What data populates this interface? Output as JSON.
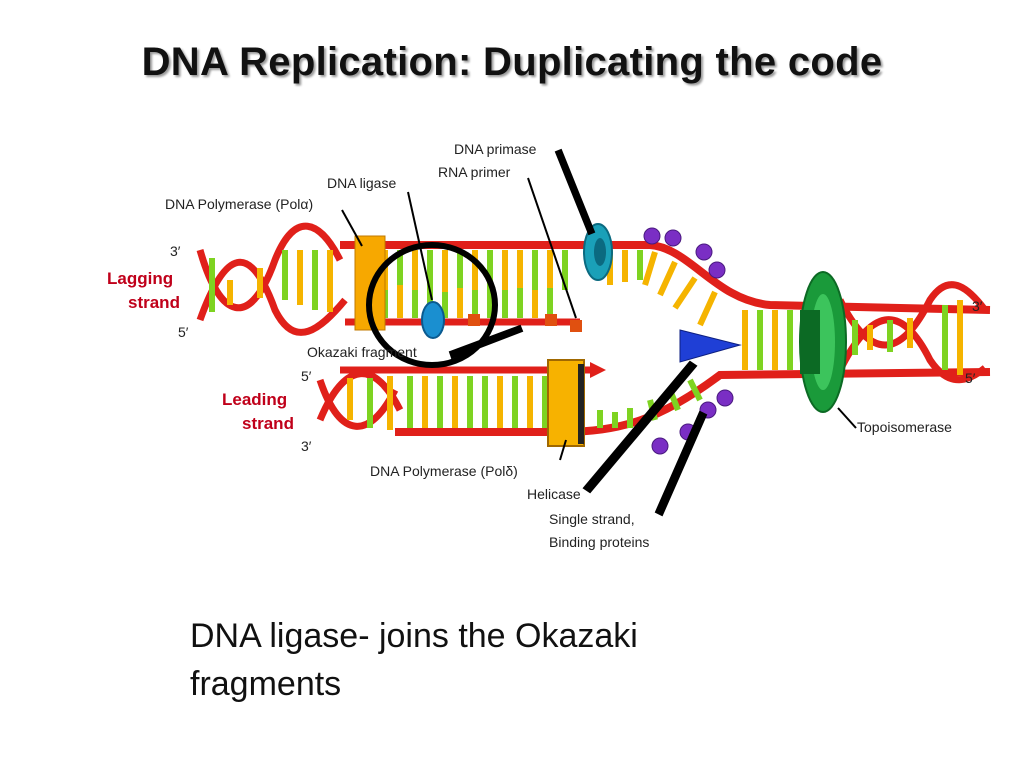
{
  "title": "DNA Replication:  Duplicating the code",
  "caption_line1": "DNA ligase- joins the Okazaki",
  "caption_line2": "fragments",
  "labels": {
    "dna_primase": "DNA primase",
    "rna_primer": "RNA primer",
    "dna_ligase": "DNA ligase",
    "polymerase_alpha": "DNA Polymerase (Polα)",
    "okazaki_fragment": "Okazaki fragment",
    "polymerase_delta": "DNA Polymerase (Polδ)",
    "helicase": "Helicase",
    "ssb_line1": "Single strand,",
    "ssb_line2": "Binding proteins",
    "topoisomerase": "Topoisomerase",
    "lagging_line1": "Lagging",
    "lagging_line2": "strand",
    "leading_line1": "Leading",
    "leading_line2": "strand",
    "end_lagging_top": "3′",
    "end_lagging_bottom": "5′",
    "end_leading_top": "5′",
    "end_leading_bottom": "3′",
    "end_right_top": "3′",
    "end_right_bottom": "5′"
  },
  "colors": {
    "backbone": "#e0201a",
    "base_yellow": "#f5b400",
    "base_green": "#7ed321",
    "polymerase": "#f7a800",
    "primase": "#1aa0b8",
    "helicase": "#1f3fd6",
    "topoisomerase": "#1a9a3a",
    "ssb": "#7a2ec4",
    "ligase_highlight": "#000000",
    "primer": "#e05010"
  }
}
